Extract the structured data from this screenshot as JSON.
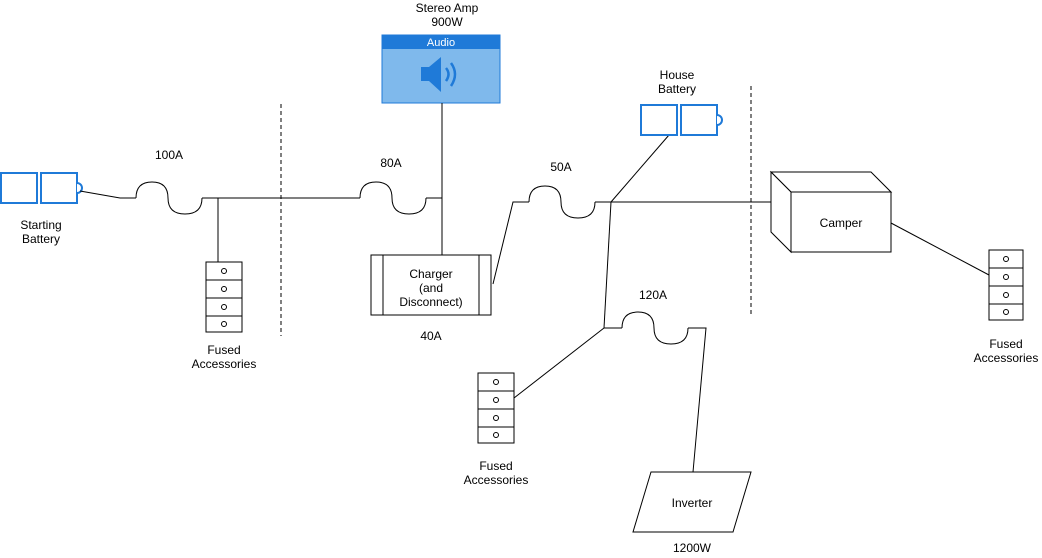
{
  "stereo_amp": {
    "name": "Stereo Amp",
    "power": "900W",
    "header": "Audio",
    "icon": "speaker-icon"
  },
  "starting_battery": {
    "line1": "Starting",
    "line2": "Battery"
  },
  "house_battery": {
    "line1": "House",
    "line2": "Battery"
  },
  "charger": {
    "line1": "Charger",
    "line2": "(and",
    "line3": "Disconnect)",
    "rating": "40A"
  },
  "camper": {
    "label": "Camper"
  },
  "inverter": {
    "label": "Inverter",
    "power": "1200W"
  },
  "fuses": {
    "f100": "100A",
    "f80": "80A",
    "f50": "50A",
    "f120": "120A"
  },
  "fused_accessories": {
    "line1": "Fused",
    "line2": "Accessories"
  },
  "colors": {
    "accent": "#1f7ad8",
    "amp_fill": "#7fb9ec",
    "amp_header": "#1f7ad8"
  }
}
